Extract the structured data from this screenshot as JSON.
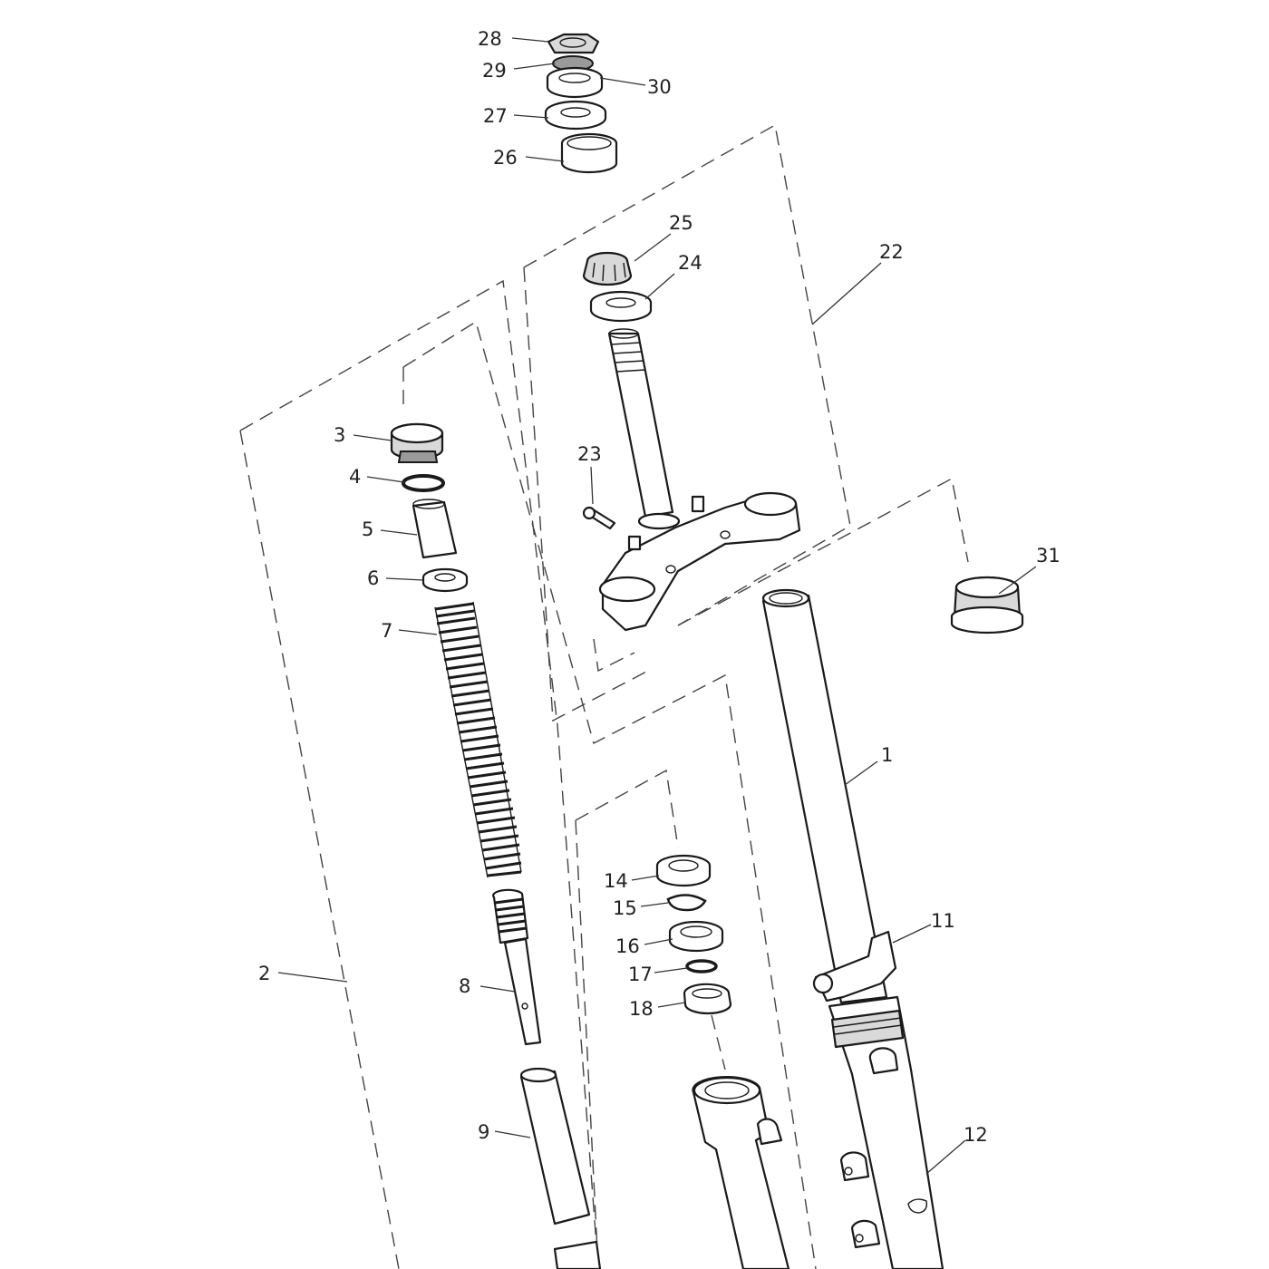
{
  "callouts": [
    {
      "id": "1",
      "label": "1"
    },
    {
      "id": "2",
      "label": "2"
    },
    {
      "id": "3",
      "label": "3"
    },
    {
      "id": "4",
      "label": "4"
    },
    {
      "id": "5",
      "label": "5"
    },
    {
      "id": "6",
      "label": "6"
    },
    {
      "id": "7",
      "label": "7"
    },
    {
      "id": "8",
      "label": "8"
    },
    {
      "id": "9",
      "label": "9"
    },
    {
      "id": "11",
      "label": "11"
    },
    {
      "id": "12",
      "label": "12"
    },
    {
      "id": "14",
      "label": "14"
    },
    {
      "id": "15",
      "label": "15"
    },
    {
      "id": "16",
      "label": "16"
    },
    {
      "id": "17",
      "label": "17"
    },
    {
      "id": "18",
      "label": "18"
    },
    {
      "id": "22",
      "label": "22"
    },
    {
      "id": "23",
      "label": "23"
    },
    {
      "id": "24",
      "label": "24"
    },
    {
      "id": "25",
      "label": "25"
    },
    {
      "id": "26",
      "label": "26"
    },
    {
      "id": "27",
      "label": "27"
    },
    {
      "id": "28",
      "label": "28"
    },
    {
      "id": "29",
      "label": "29"
    },
    {
      "id": "30",
      "label": "30"
    },
    {
      "id": "31",
      "label": "31"
    }
  ]
}
